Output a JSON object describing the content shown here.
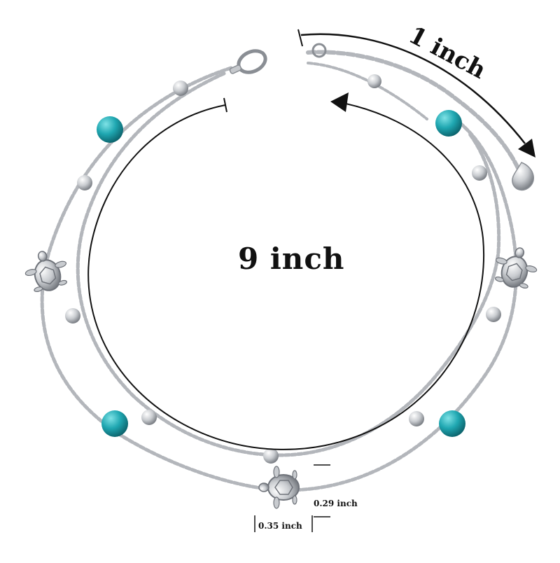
{
  "product": {
    "length_label": "9 inch",
    "extender_label": "1 inch",
    "charm_height_label": "0.29 inch",
    "charm_width_label": "0.35 inch"
  },
  "colors": {
    "background": "#ffffff",
    "chain": "#b9bcc0",
    "silver": "#d8dadd",
    "turquoise": "#1fa7b1",
    "annotation": "#111111"
  },
  "elements": {
    "charm": "sea-turtle",
    "beads": [
      "turquoise-bead",
      "silver-bead"
    ],
    "clasp": "lobster-clasp",
    "end_tag": "teardrop-tag"
  }
}
